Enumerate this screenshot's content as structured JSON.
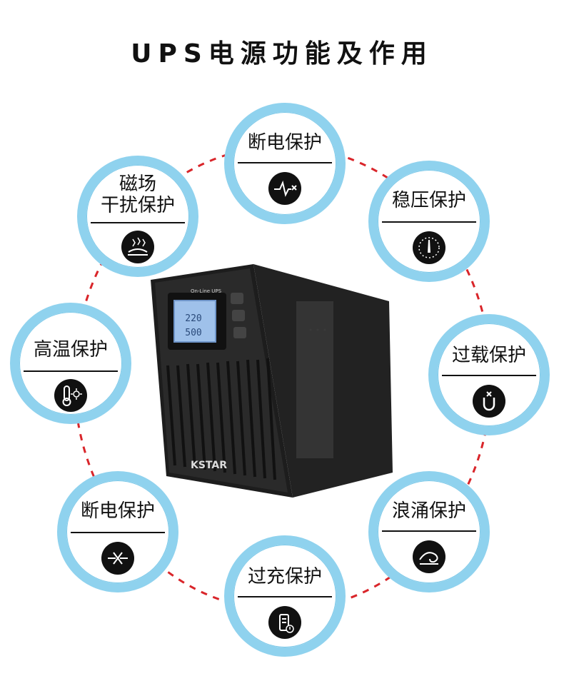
{
  "title": "UPS电源功能及作用",
  "badges": [
    {
      "label": "断电保护",
      "icon": "pulse-cut-icon"
    },
    {
      "label": "稳压保护",
      "icon": "gauge-icon"
    },
    {
      "label": "过载保护",
      "icon": "overload-magnet-icon"
    },
    {
      "label": "浪涌保护",
      "icon": "surge-wave-icon"
    },
    {
      "label": "过充保护",
      "icon": "battery-alert-icon"
    },
    {
      "label": "断电保护",
      "icon": "line-cut-icon"
    },
    {
      "label": "高温保护",
      "icon": "thermometer-sun-icon"
    },
    {
      "label": "磁场\n干扰保护",
      "icon": "magnetic-field-icon"
    }
  ],
  "device": {
    "brand": "KSTAR",
    "model_text": "On-Line UPS",
    "lcd_top": "220",
    "lcd_bottom": "500"
  },
  "colors": {
    "ring": "#8fd2ee",
    "dashes": "#d9252a",
    "icon_bg": "#111111"
  }
}
